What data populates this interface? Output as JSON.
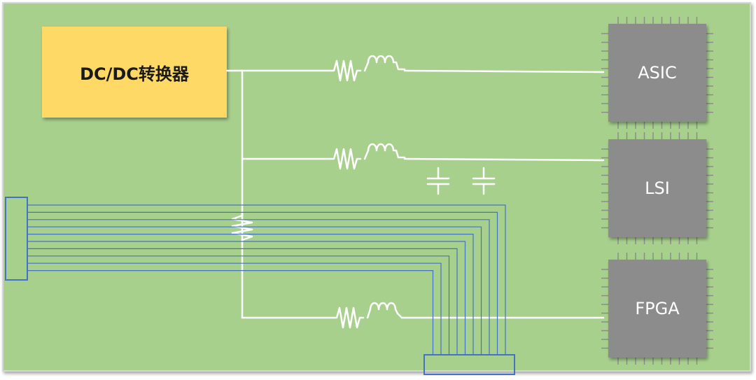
{
  "diagram": {
    "converter": {
      "label": "DC/DC转换器"
    },
    "chips": [
      {
        "id": "asic",
        "label": "ASIC"
      },
      {
        "id": "lsi",
        "label": "LSI"
      },
      {
        "id": "fpga",
        "label": "FPGA"
      }
    ],
    "colors": {
      "board": "#a8d08d",
      "converter": "#ffd966",
      "chip": "#8c8c8c",
      "trace": "#ffffff",
      "bus": "#4472c4"
    }
  }
}
